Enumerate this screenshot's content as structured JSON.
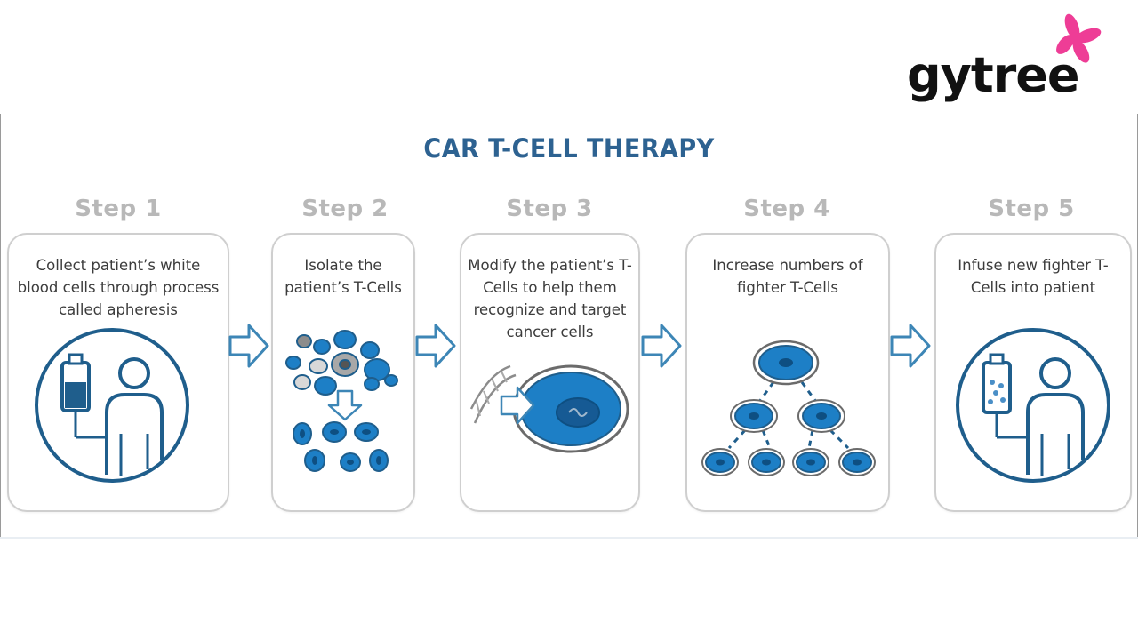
{
  "brand": {
    "name": "gytree",
    "colors": {
      "word": "#111111",
      "flower": "#ee3d96"
    }
  },
  "diagram": {
    "title": "CAR T-CELL THERAPY",
    "colors": {
      "title": "#2d6291",
      "step_label": "#b8b8b8",
      "cell_blue": "#1d7fc6",
      "outline": "#1f5e8c",
      "arrow": "#3d86b6"
    },
    "steps": [
      {
        "label": "Step 1",
        "text": "Collect patient’s white blood cells through process called apheresis",
        "icon": "apheresis-patient-icon"
      },
      {
        "label": "Step 2",
        "text": "Isolate the patient’s T-Cells",
        "icon": "isolate-cells-icon"
      },
      {
        "label": "Step 3",
        "text": "Modify the patient’s T-Cells to help them recognize and target cancer cells",
        "icon": "dna-modified-cell-icon"
      },
      {
        "label": "Step 4",
        "text": "Increase numbers of fighter T-Cells",
        "icon": "cell-multiplication-icon"
      },
      {
        "label": "Step 5",
        "text": "Infuse new fighter T-Cells into patient",
        "icon": "infusion-patient-icon"
      }
    ]
  }
}
